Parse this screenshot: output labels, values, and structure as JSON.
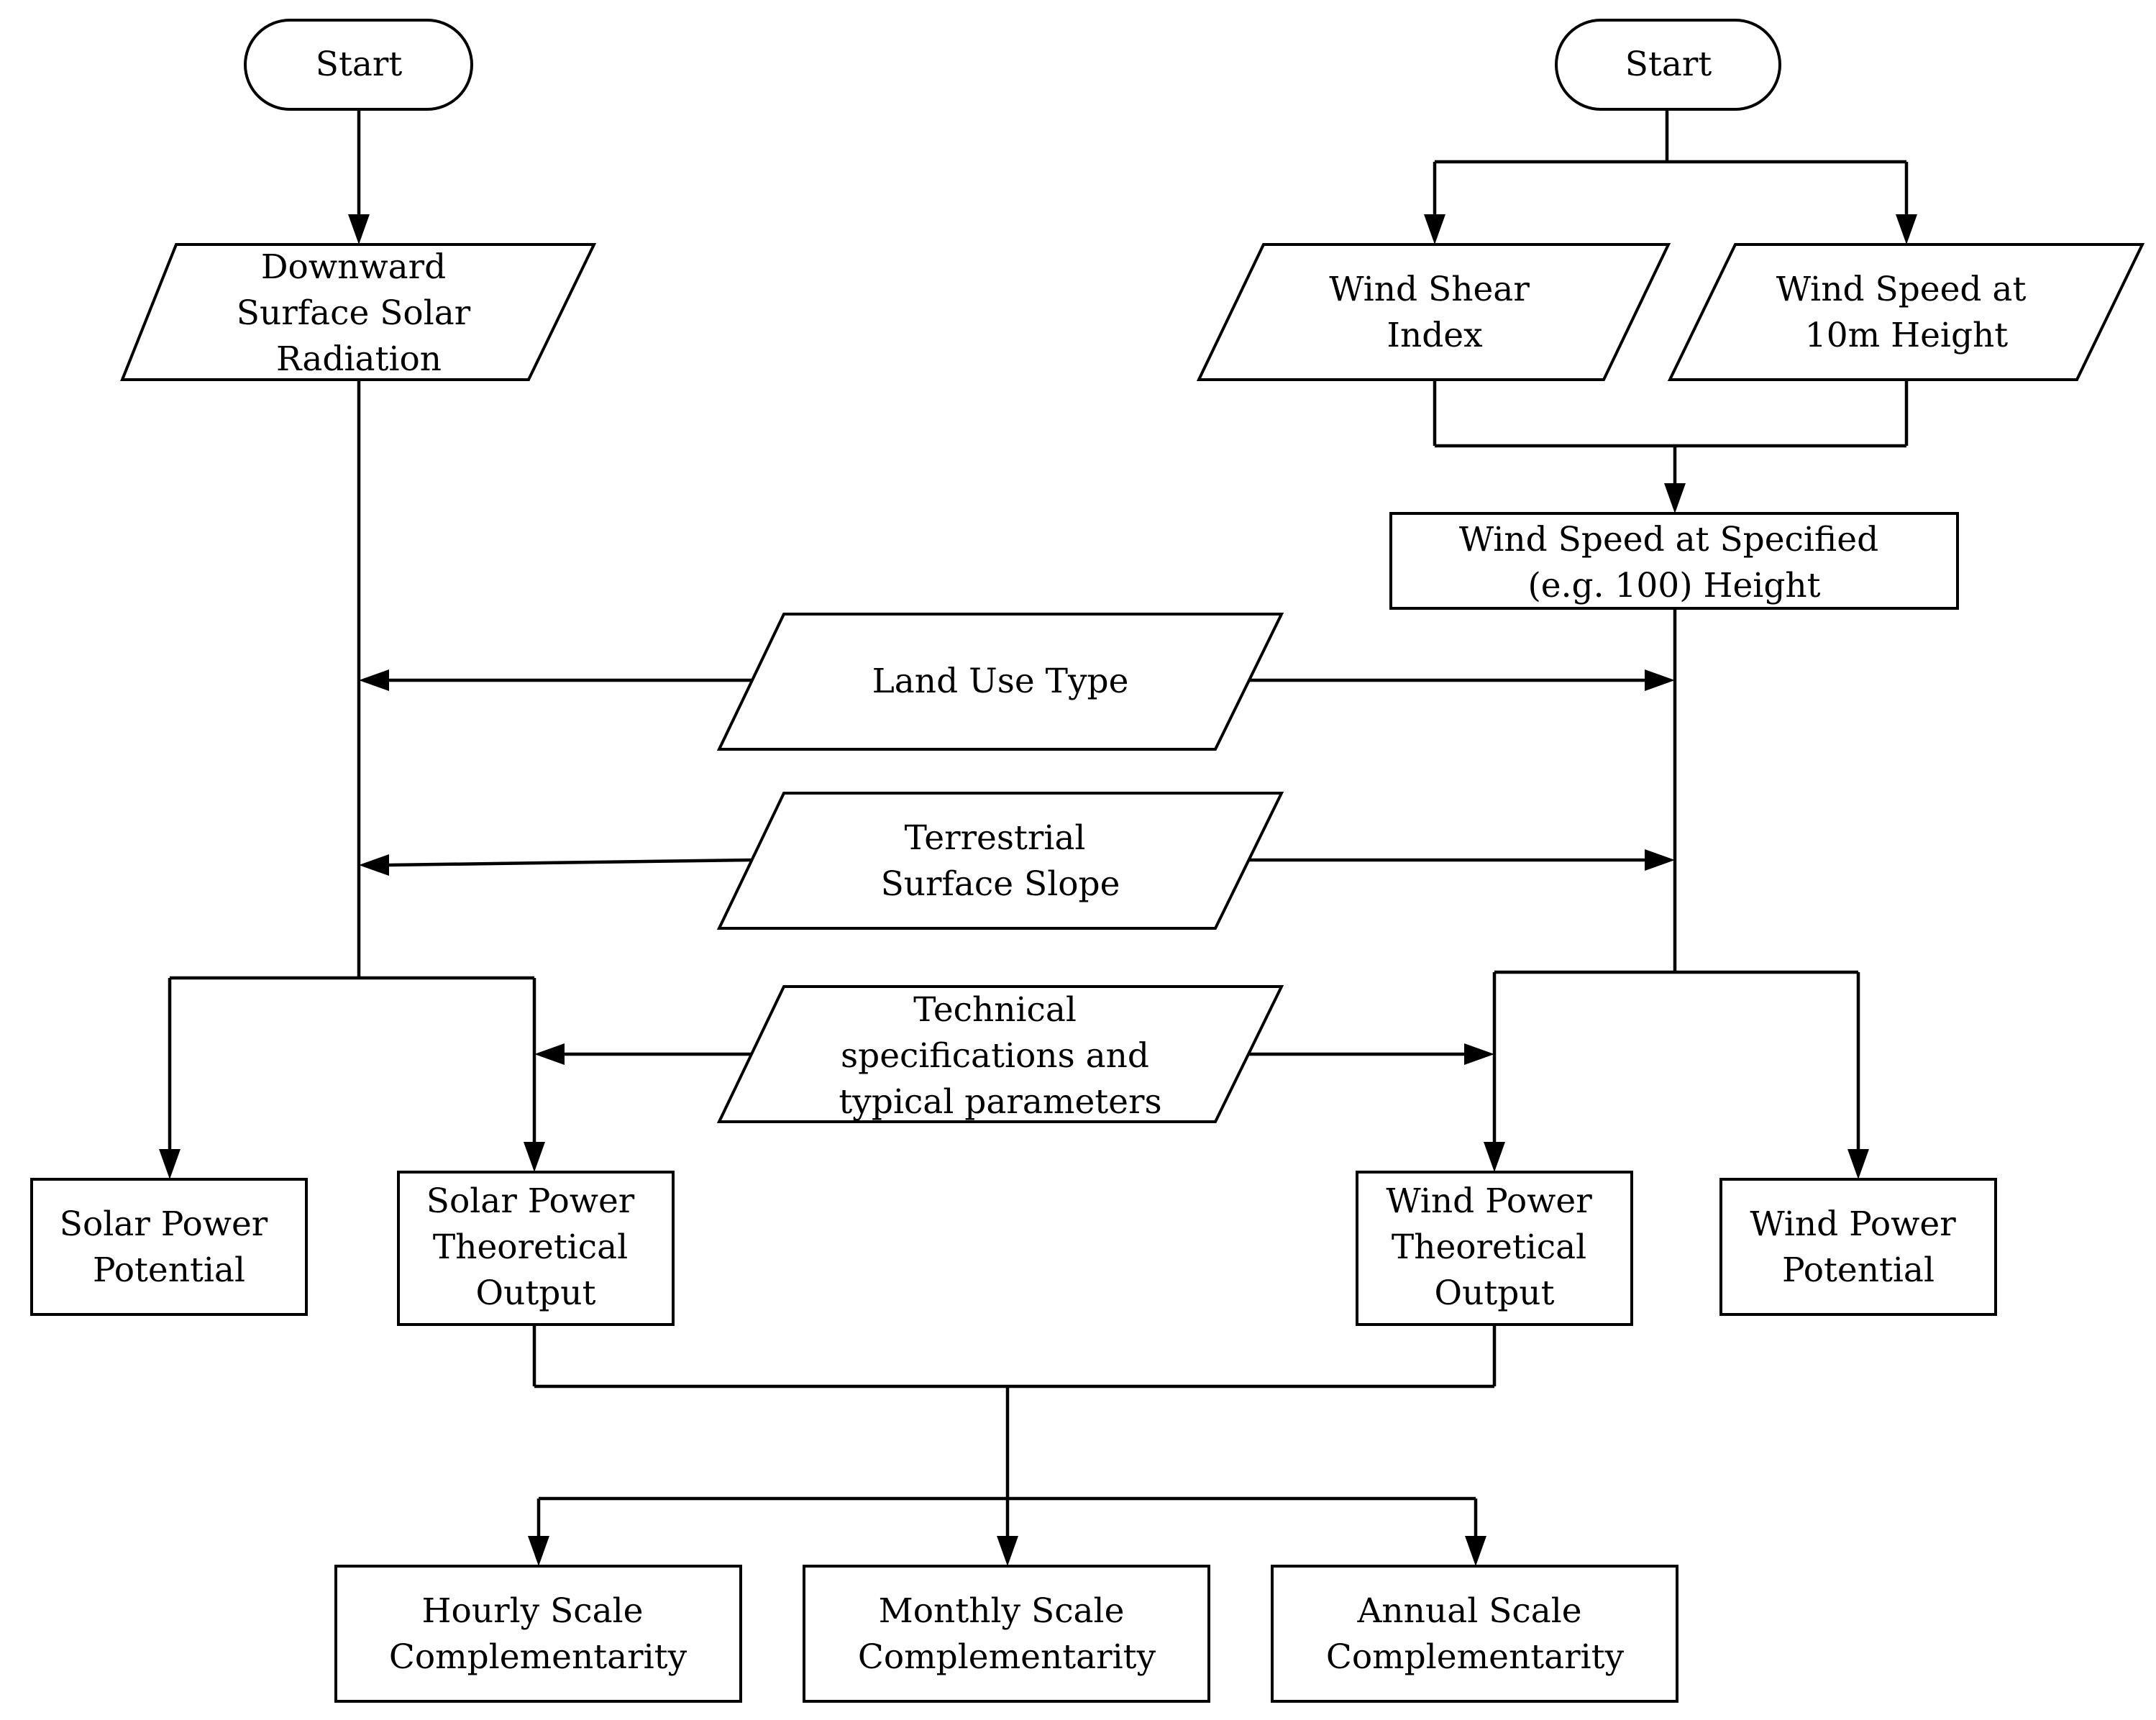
{
  "nodes": {
    "start_solar": {
      "lines": [
        "Start"
      ]
    },
    "start_wind": {
      "lines": [
        "Start"
      ]
    },
    "solar_radiation": {
      "lines": [
        "Downward",
        "Surface Solar",
        "Radiation"
      ]
    },
    "wind_shear": {
      "lines": [
        "Wind Shear",
        "Index"
      ]
    },
    "wind_speed_10m": {
      "lines": [
        "Wind Speed at",
        "10m Height"
      ]
    },
    "wind_speed_specified": {
      "lines": [
        "Wind Speed at Specified",
        "(e.g. 100) Height"
      ]
    },
    "land_use": {
      "lines": [
        "Land Use Type"
      ]
    },
    "slope": {
      "lines": [
        "Terrestrial",
        "Surface Slope"
      ]
    },
    "tech_specs": {
      "lines": [
        "Technical",
        "specifications and",
        "typical parameters"
      ]
    },
    "solar_potential": {
      "lines": [
        "Solar Power",
        "Potential"
      ]
    },
    "solar_output": {
      "lines": [
        "Solar Power",
        "Theoretical",
        "Output"
      ]
    },
    "wind_output": {
      "lines": [
        "Wind Power",
        "Theoretical",
        "Output"
      ]
    },
    "wind_potential": {
      "lines": [
        "Wind Power",
        "Potential"
      ]
    },
    "hourly": {
      "lines": [
        "Hourly Scale",
        "Complementarity"
      ]
    },
    "monthly": {
      "lines": [
        "Monthly Scale",
        "Complementarity"
      ]
    },
    "annual": {
      "lines": [
        "Annual Scale",
        "Complementarity"
      ]
    }
  },
  "colors": {
    "stroke": "#000000",
    "fill": "#ffffff",
    "background": "#ffffff"
  }
}
